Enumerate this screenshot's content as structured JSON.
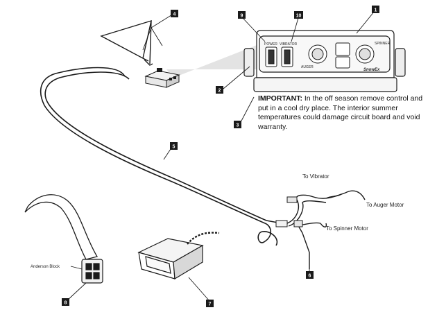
{
  "note": {
    "important_label": "IMPORTANT:",
    "text": "In the off season remove control and put in a cool dry place.  The interior summer temperatures could damage circuit board and void warranty."
  },
  "callouts": {
    "c1": "1",
    "c2": "2",
    "c3": "3",
    "c4": "4",
    "c5": "5",
    "c6": "6",
    "c7": "7",
    "c8": "8",
    "c9": "9",
    "c10": "10"
  },
  "labels": {
    "vibrator": "To Vibrator",
    "auger": "To Auger Motor",
    "spinner": "To Spinner Motor",
    "anderson": "Anderson Block"
  },
  "panel": {
    "power": "POWER",
    "vibrator": "VIBRATOR",
    "auger": "AUGER",
    "spinner": "SPINNER",
    "brand": "SnowEx"
  },
  "colors": {
    "ink": "#1a1a1a",
    "callout_fill": "#1a1a1a",
    "beam": "#d9d9d9"
  }
}
